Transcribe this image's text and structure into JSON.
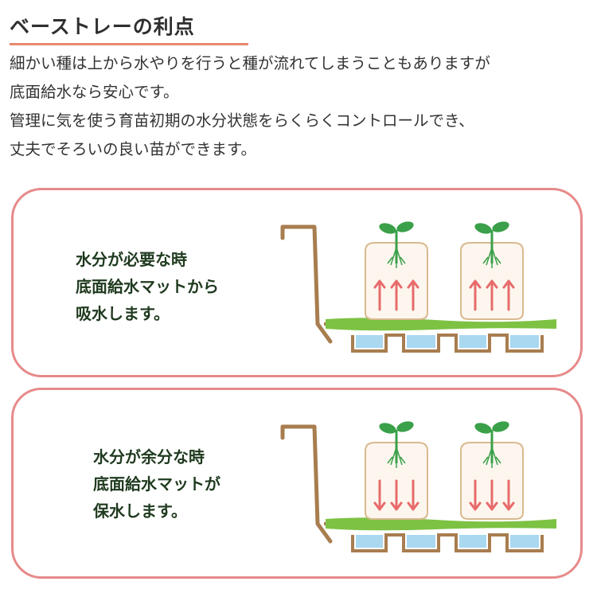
{
  "heading": "ベーストレーの利点",
  "intro": [
    "細かい種は上から水やりを行うと種が流れてしまうこともありますが",
    "底面給水なら安心です。",
    "管理に気を使う育苗初期の水分状態をらくらくコントロールでき、",
    "丈夫でそろいの良い苗ができます。"
  ],
  "cards": [
    {
      "lines": [
        "水分が必要な時",
        "底面給水マットから",
        "吸水します。"
      ],
      "arrow_direction": "up"
    },
    {
      "lines": [
        "水分が余分な時",
        "底面給水マットが",
        "保水します。"
      ],
      "arrow_direction": "down"
    }
  ],
  "colors": {
    "accent": "#e9876f",
    "card_border": "#e78a8a",
    "mat_green": "#7dc243",
    "water_blue": "#a9d8f0",
    "tray_brown": "#a87d4f",
    "arrow_red": "#e76b6b",
    "leaf_green": "#3aa049"
  }
}
